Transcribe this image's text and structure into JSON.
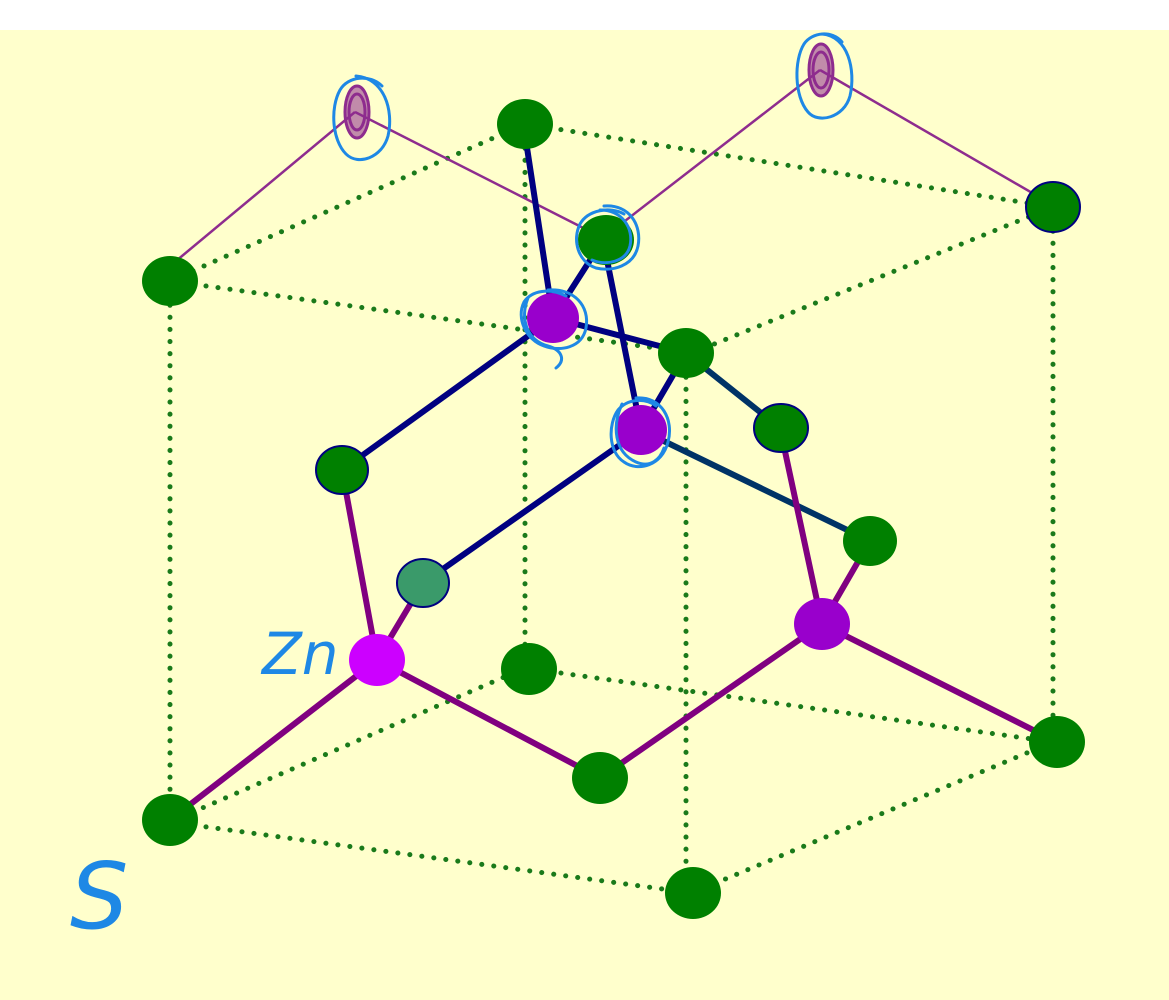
{
  "labels": {
    "zn": "Zn",
    "s": "S"
  },
  "colors": {
    "canvas_bg": "#ffffcc",
    "page_bg": "#ffffff",
    "cube_edge": "#1a7a1a",
    "sulfur_atom": "#008000",
    "sulfur_atom_alt": "#3a9a6a",
    "zinc_atom": "#9900cc",
    "zinc_atom_bright": "#cc00ff",
    "front_bond": "#800080",
    "back_bond": "#000080",
    "back_bond_alt": "#003366",
    "annotation_pen": "#1e88e5",
    "annotation_scribble": "#8e2c8e"
  },
  "elements": {
    "cube": "unit-cell-cube",
    "sulfur": "sulfur-atom",
    "zinc": "zinc-atom",
    "bond": "bond-line",
    "annotation": "annotation-circle"
  }
}
